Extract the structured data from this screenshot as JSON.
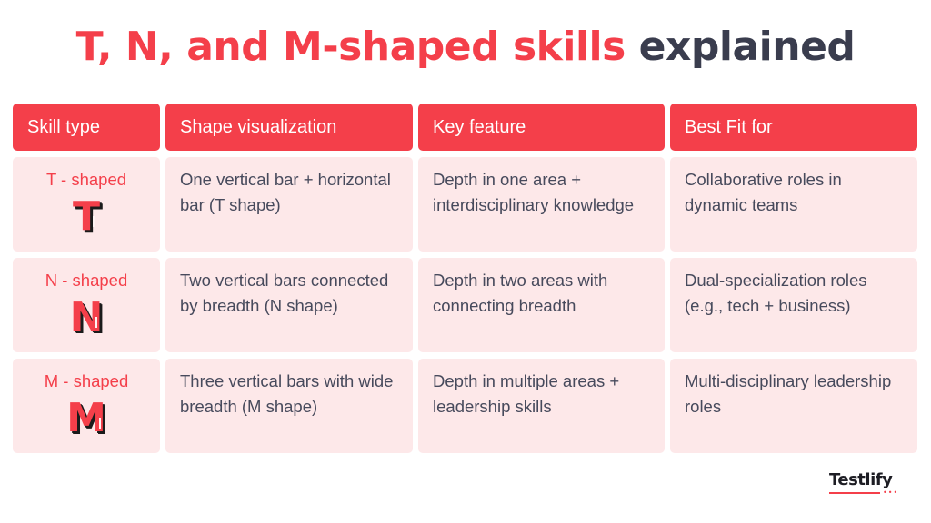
{
  "title": {
    "accent_text": "T, N, and M-shaped skills",
    "dark_text": "explained"
  },
  "table": {
    "headers": [
      "Skill type",
      "Shape visualization",
      "Key feature",
      "Best Fit for"
    ],
    "rows": [
      {
        "skill_label": "T - shaped",
        "icon_letter": "T",
        "shape_visualization": "One vertical bar + horizontal bar (T shape)",
        "key_feature": "Depth in one area + interdisciplinary knowledge",
        "best_fit": "Collaborative roles in dynamic teams"
      },
      {
        "skill_label": "N - shaped",
        "icon_letter": "N",
        "shape_visualization": "Two vertical bars connected by breadth (N shape)",
        "key_feature": "Depth in two areas with connecting breadth",
        "best_fit": "Dual-specialization roles (e.g., tech + business)"
      },
      {
        "skill_label": "M - shaped",
        "icon_letter": "M",
        "shape_visualization": "Three vertical bars with wide breadth (M shape)",
        "key_feature": "Depth in multiple areas + leadership skills",
        "best_fit": "Multi-disciplinary leadership roles"
      }
    ]
  },
  "logo": {
    "text": "Testlify",
    "dots": "•••"
  },
  "colors": {
    "accent": "#f43f4a",
    "dark": "#3a3d4e",
    "cell_bg": "#fde8e9",
    "body_text": "#474a5c"
  }
}
